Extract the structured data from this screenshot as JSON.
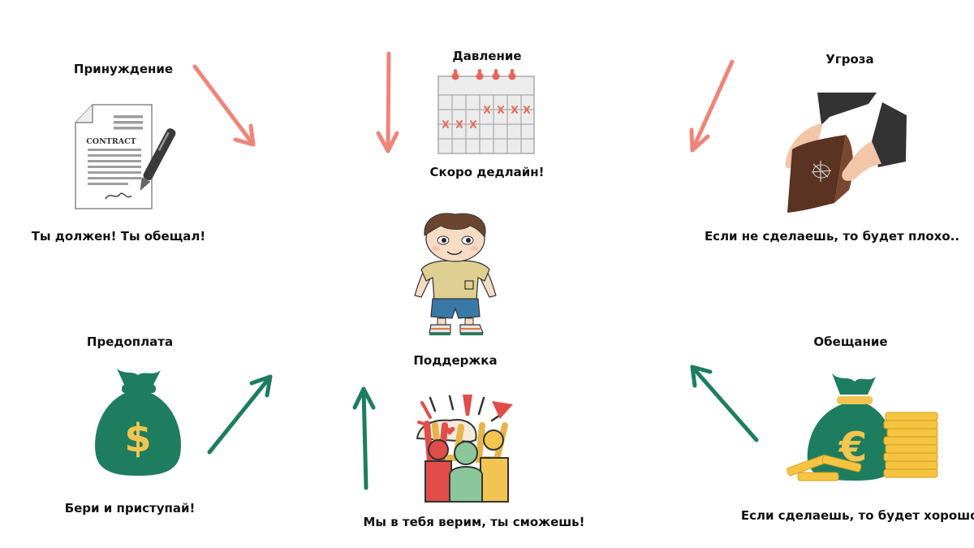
{
  "colors": {
    "pressure": "#f0847a",
    "support": "#1e7d5f",
    "text": "#111111"
  },
  "center": {
    "label": "Поддержка"
  },
  "nodes": {
    "coercion": {
      "title": "Принуждение",
      "caption": "Ты должен! Ты обещал!",
      "icon": "contract-icon",
      "contract_word": "CONTRACT"
    },
    "pressure": {
      "title": "Давление",
      "caption": "Скоро дедлайн!",
      "icon": "calendar-icon"
    },
    "threat": {
      "title": "Угроза",
      "caption": "Если не сделаешь, то будет плохо..",
      "icon": "empty-wallet-icon"
    },
    "prepayment": {
      "title": "Предоплата",
      "caption": "Бери и приступай!",
      "icon": "dollar-bag-icon",
      "symbol": "$"
    },
    "encourage": {
      "caption": "Мы в тебя верим, ты сможешь!",
      "icon": "cheering-crowd-icon"
    },
    "promise": {
      "title": "Обещание",
      "caption": "Если сделаешь, то будет хорошо.",
      "icon": "euro-money-icon",
      "symbol": "€"
    }
  }
}
